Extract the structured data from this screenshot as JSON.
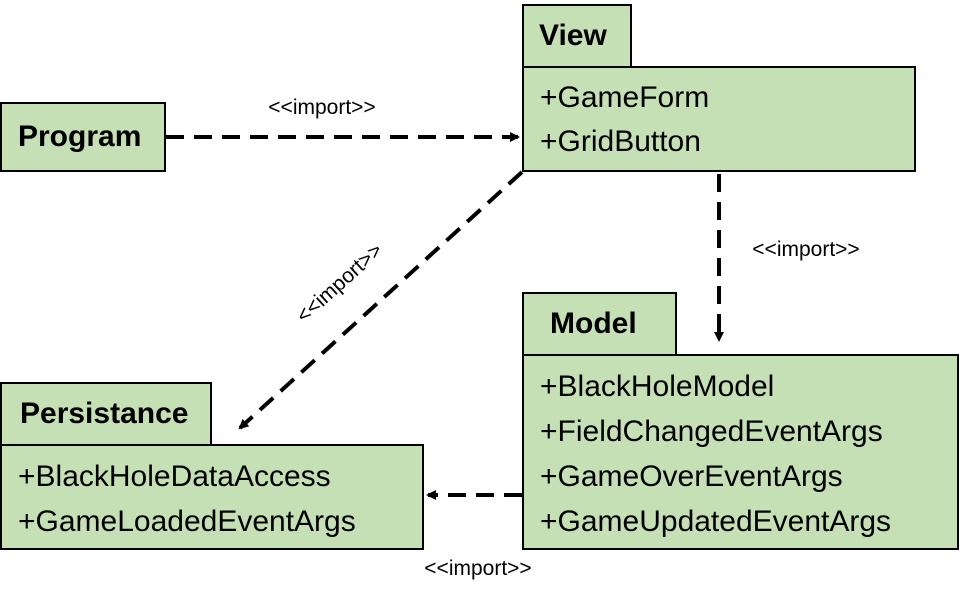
{
  "packages": {
    "program": {
      "name": "Program"
    },
    "view": {
      "name": "View",
      "members": [
        "+GameForm",
        "+GridButton"
      ]
    },
    "model": {
      "name": "Model",
      "members": [
        "+BlackHoleModel",
        "+FieldChangedEventArgs",
        "+GameOverEventArgs",
        "+GameUpdatedEventArgs"
      ]
    },
    "persistance": {
      "name": "Persistance",
      "members": [
        "+BlackHoleDataAccess",
        "+GameLoadedEventArgs"
      ]
    }
  },
  "dependencies": [
    {
      "from": "Program",
      "to": "View",
      "label": "<<import>>"
    },
    {
      "from": "View",
      "to": "Model",
      "label": "<<import>>"
    },
    {
      "from": "View",
      "to": "Persistance",
      "label": "<<import>>"
    },
    {
      "from": "Model",
      "to": "Persistance",
      "label": "<<import>>"
    }
  ],
  "colors": {
    "package_fill": "#c5e0b4",
    "outline": "#000000"
  }
}
